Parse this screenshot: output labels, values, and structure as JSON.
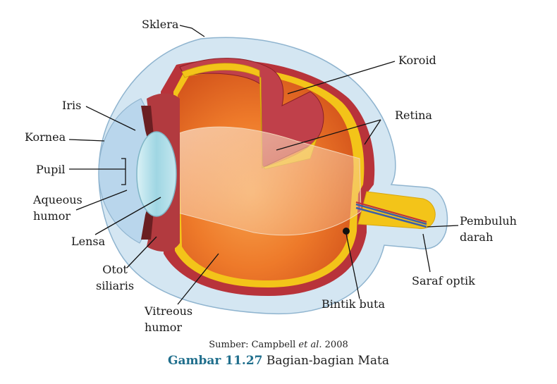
{
  "labels": {
    "sklera": "Sklera",
    "koroid": "Koroid",
    "iris": "Iris",
    "retina": "Retina",
    "kornea": "Kornea",
    "pupil": "Pupil",
    "aqueous_line1": "Aqueous",
    "aqueous_line2": "humor",
    "lensa": "Lensa",
    "pembuluh_line1": "Pembuluh",
    "pembuluh_line2": "darah",
    "otot_line1": "Otot",
    "otot_line2": "siliaris",
    "saraf_optik": "Saraf optik",
    "bintik_buta": "Bintik buta",
    "vitreous_line1": "Vitreous",
    "vitreous_line2": "humor"
  },
  "caption": {
    "source_prefix": "Sumber: Campbell ",
    "source_italic": "et al.",
    "source_suffix": " 2008",
    "figure_number": "Gambar 11.27",
    "figure_title": " Bagian-bagian Mata"
  },
  "colors": {
    "sclera": "#d4e6f2",
    "choroid": "#b8333a",
    "retina": "#f3c419",
    "vitreous": "#ee7a2a",
    "cornea": "#b9d6ec",
    "lens": "#a9dbe6",
    "caption_number": "#1f6e8c"
  }
}
